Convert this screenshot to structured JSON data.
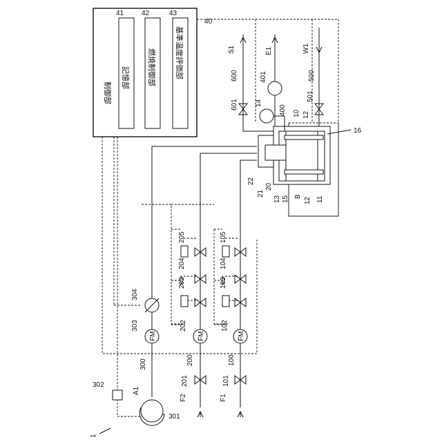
{
  "figure_number": "1",
  "controller": {
    "ref": "40",
    "label": "制御部",
    "units": [
      {
        "ref": "41",
        "label": "記憶部"
      },
      {
        "ref": "42",
        "label": "燃焼制御部"
      },
      {
        "ref": "43",
        "label": "基準温度評価部"
      }
    ]
  },
  "lines": {
    "fuel1": {
      "ref": "100",
      "label": "F1",
      "valve": "101",
      "meter": "102",
      "meter_text": "FM",
      "solenoid_a": "103",
      "regulator": "104",
      "solenoid_b": "105"
    },
    "fuel2": {
      "ref": "200",
      "label": "F2",
      "valve": "201",
      "meter": "202",
      "meter_text": "FM",
      "solenoid_a": "203",
      "regulator": "204",
      "solenoid_b": "205"
    },
    "air": {
      "ref": "300",
      "label": "A1",
      "blower": "301",
      "sensor": "302",
      "meter": "303",
      "meter_text": "FM",
      "damper": "304"
    },
    "water": {
      "ref": "500",
      "label": "W1",
      "valve": "501"
    },
    "steam": {
      "ref": "600",
      "label": "S1",
      "valve": "601"
    },
    "exhaust": {
      "ref": "400",
      "label": "E1",
      "sensor": "401"
    }
  },
  "boiler": {
    "body": "10",
    "outer": "11",
    "tube_a": "12",
    "tube_b": "12",
    "header_a": "13",
    "sensor": "14",
    "header_b": "15",
    "frame": "16",
    "burner": "20",
    "burner_b": "21",
    "burner_c": "22",
    "space": "B"
  }
}
